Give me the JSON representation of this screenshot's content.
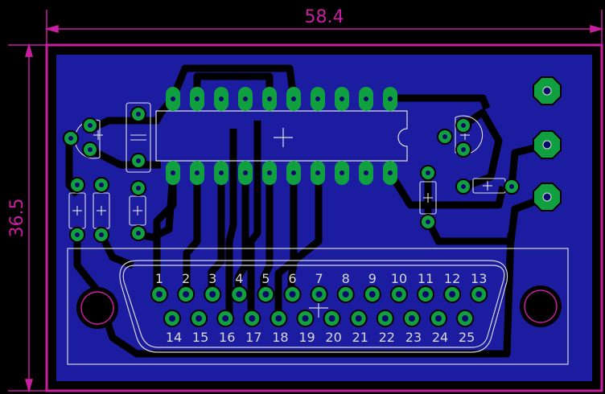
{
  "dimensions": {
    "width_label": "58.4",
    "height_label": "36.5"
  },
  "connector": {
    "top_row_pins": [
      "1",
      "2",
      "3",
      "4",
      "5",
      "6",
      "7",
      "8",
      "9",
      "10",
      "11",
      "12",
      "13"
    ],
    "bottom_row_pins": [
      "14",
      "15",
      "16",
      "17",
      "18",
      "19",
      "20",
      "21",
      "22",
      "23",
      "24",
      "25"
    ]
  },
  "colors": {
    "background": "#000000",
    "board_fill": "#1c1ca0",
    "dimension": "#c81ea0",
    "outline": "#d0d0d0",
    "pad": "#10a040",
    "trace": "#000000",
    "silkscreen": "#e0e0e0"
  }
}
